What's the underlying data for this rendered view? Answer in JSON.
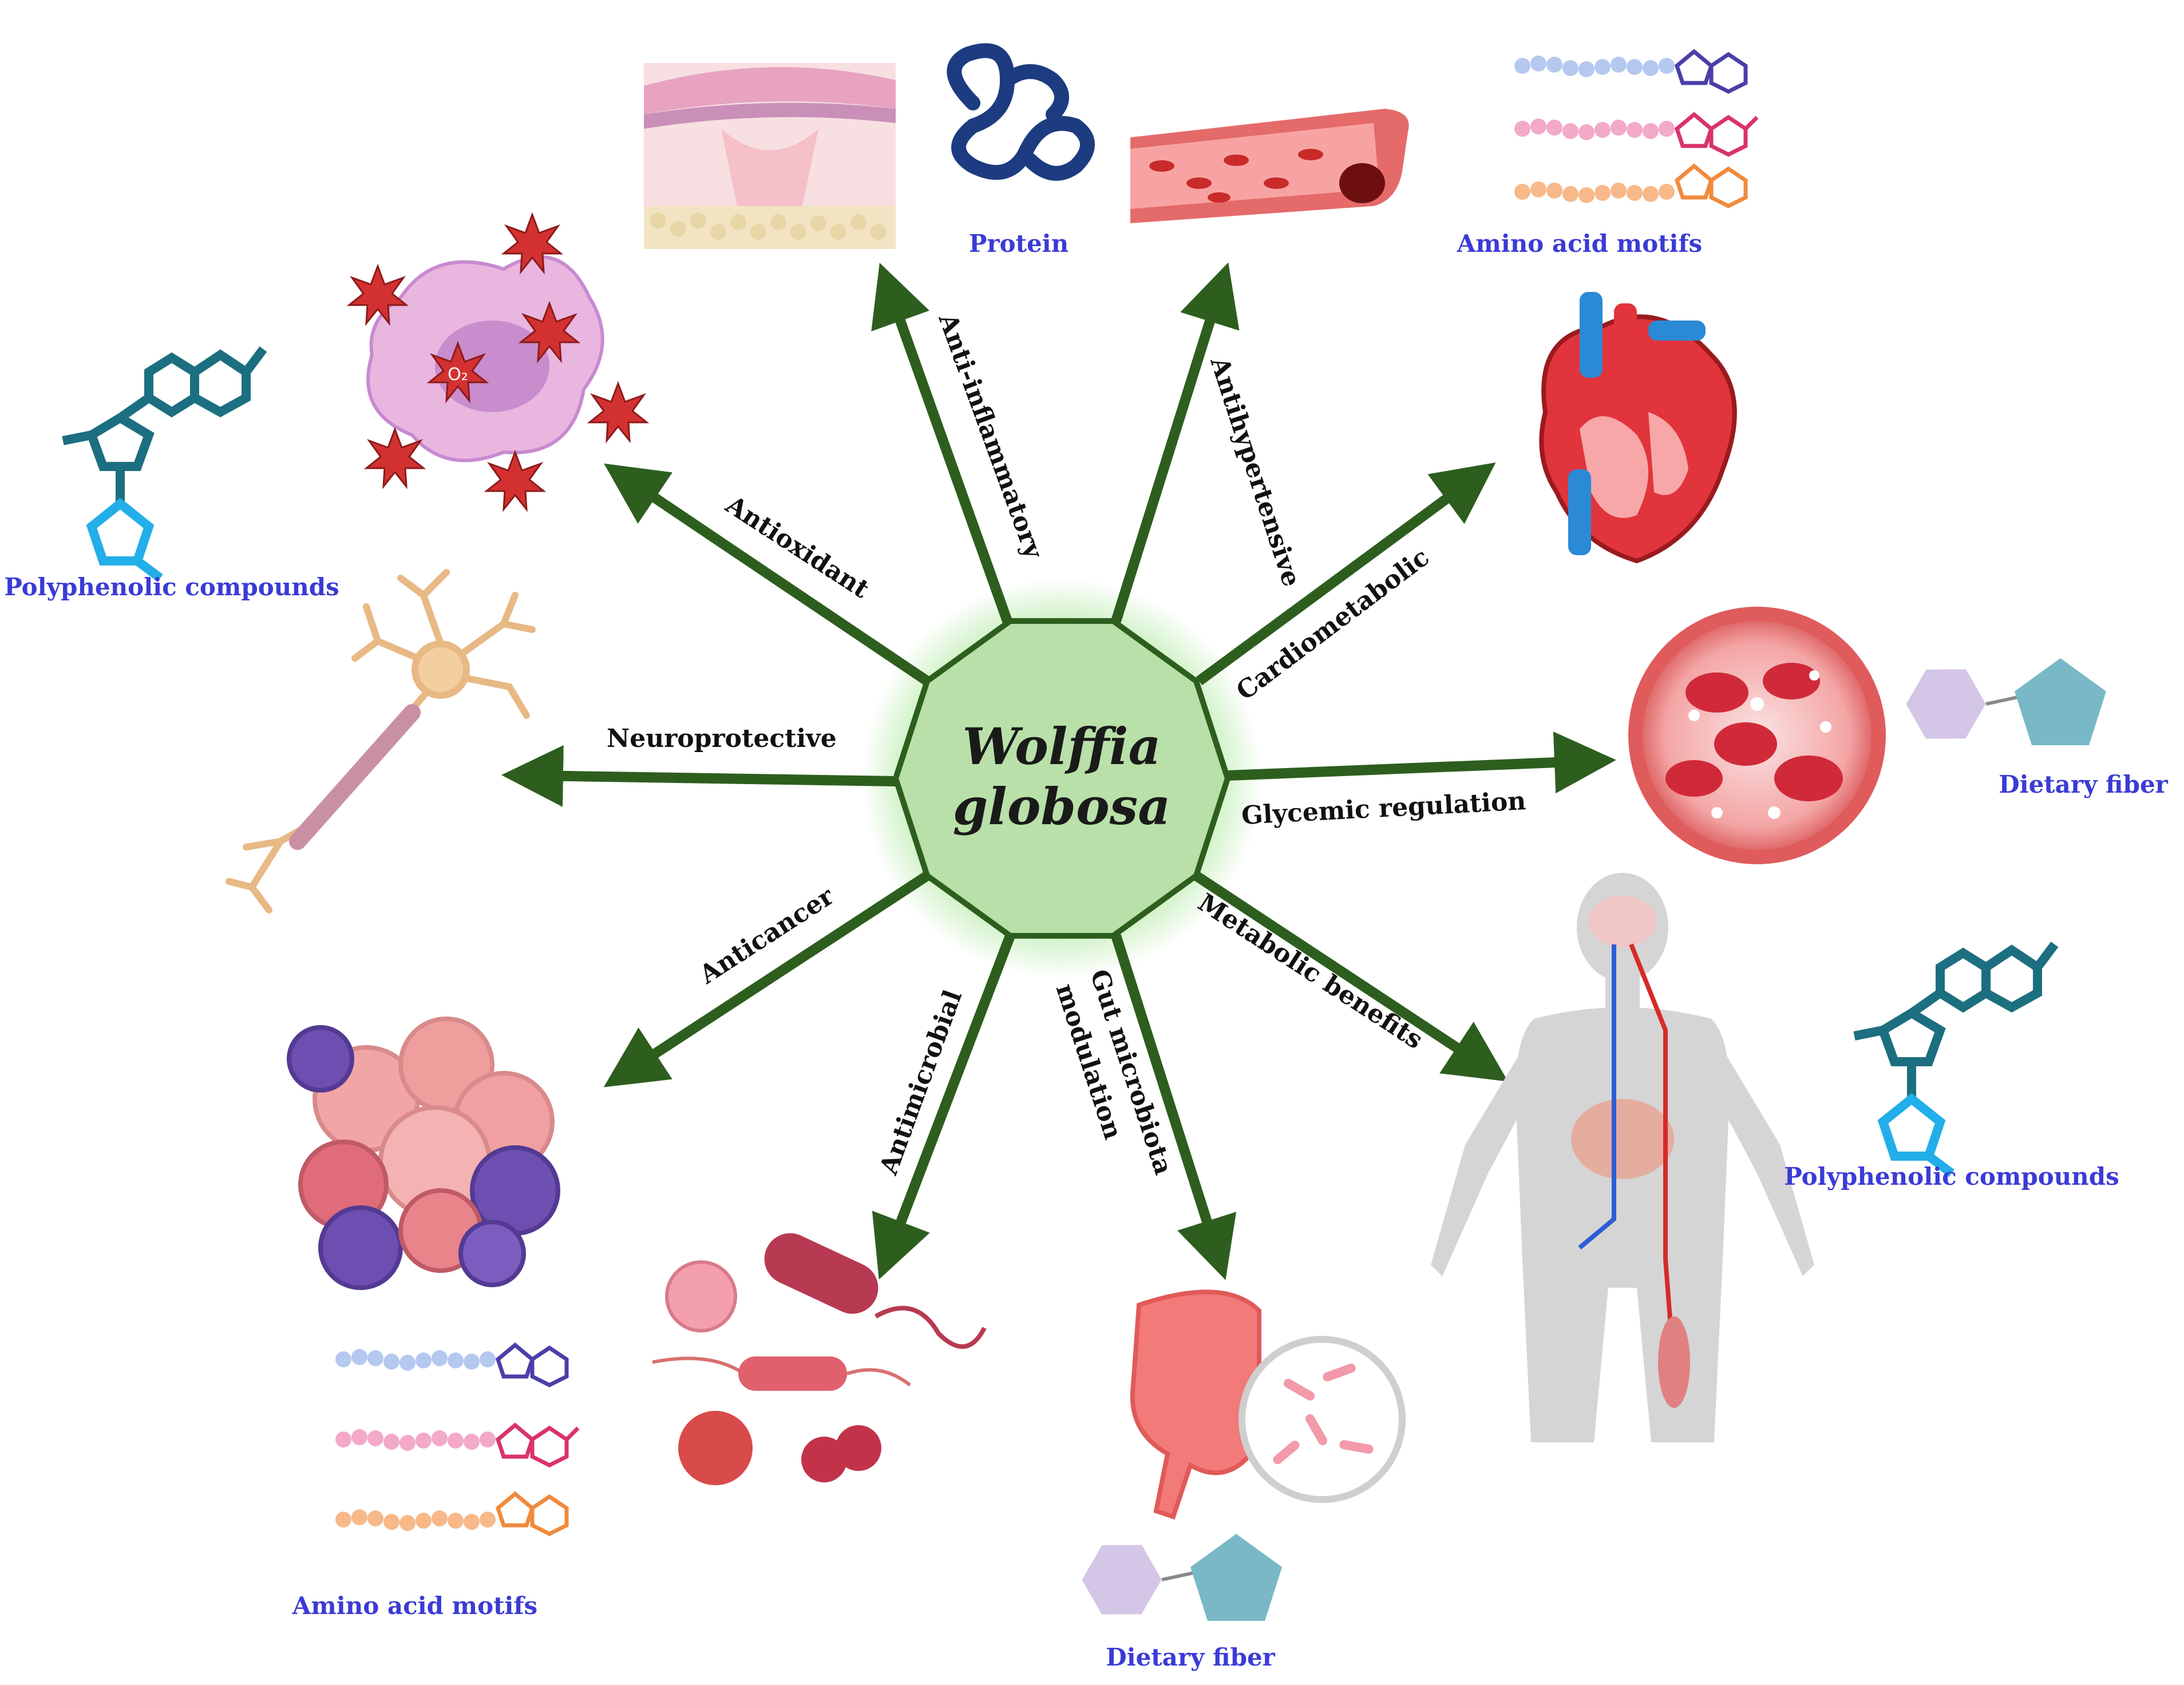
{
  "center": {
    "line1": "Wolffia",
    "line2": "globosa"
  },
  "arrows": {
    "anti_inflammatory": "Anti-inflammatory",
    "antihypertensive": "Antihypertensive",
    "cardiometabolic": "Cardiometabolic",
    "glycemic": "Glycemic regulation",
    "metabolic": "Metabolic benefits",
    "gut_line1": "Gut microbiota",
    "gut_line2": "modulation",
    "antimicrobial": "Antimicrobial",
    "anticancer": "Anticancer",
    "neuroprotective": "Neuroprotective",
    "antioxidant": "Antioxidant"
  },
  "captions": {
    "protein": "Protein",
    "amino_top": "Amino acid motifs",
    "poly_left": "Polyphenolic compounds",
    "fiber_right": "Dietary fiber",
    "poly_right": "Polyphenolic compounds",
    "fiber_bottom": "Dietary fiber",
    "amino_bottom": "Amino acid motifs"
  },
  "icons": {
    "oxygen_radical_label": "O₂"
  },
  "colors": {
    "arrow": "#2d5e1e",
    "center_fill": "#b9e0a8",
    "center_glow": "#8fe07a",
    "caption": "#3b3bd6"
  }
}
